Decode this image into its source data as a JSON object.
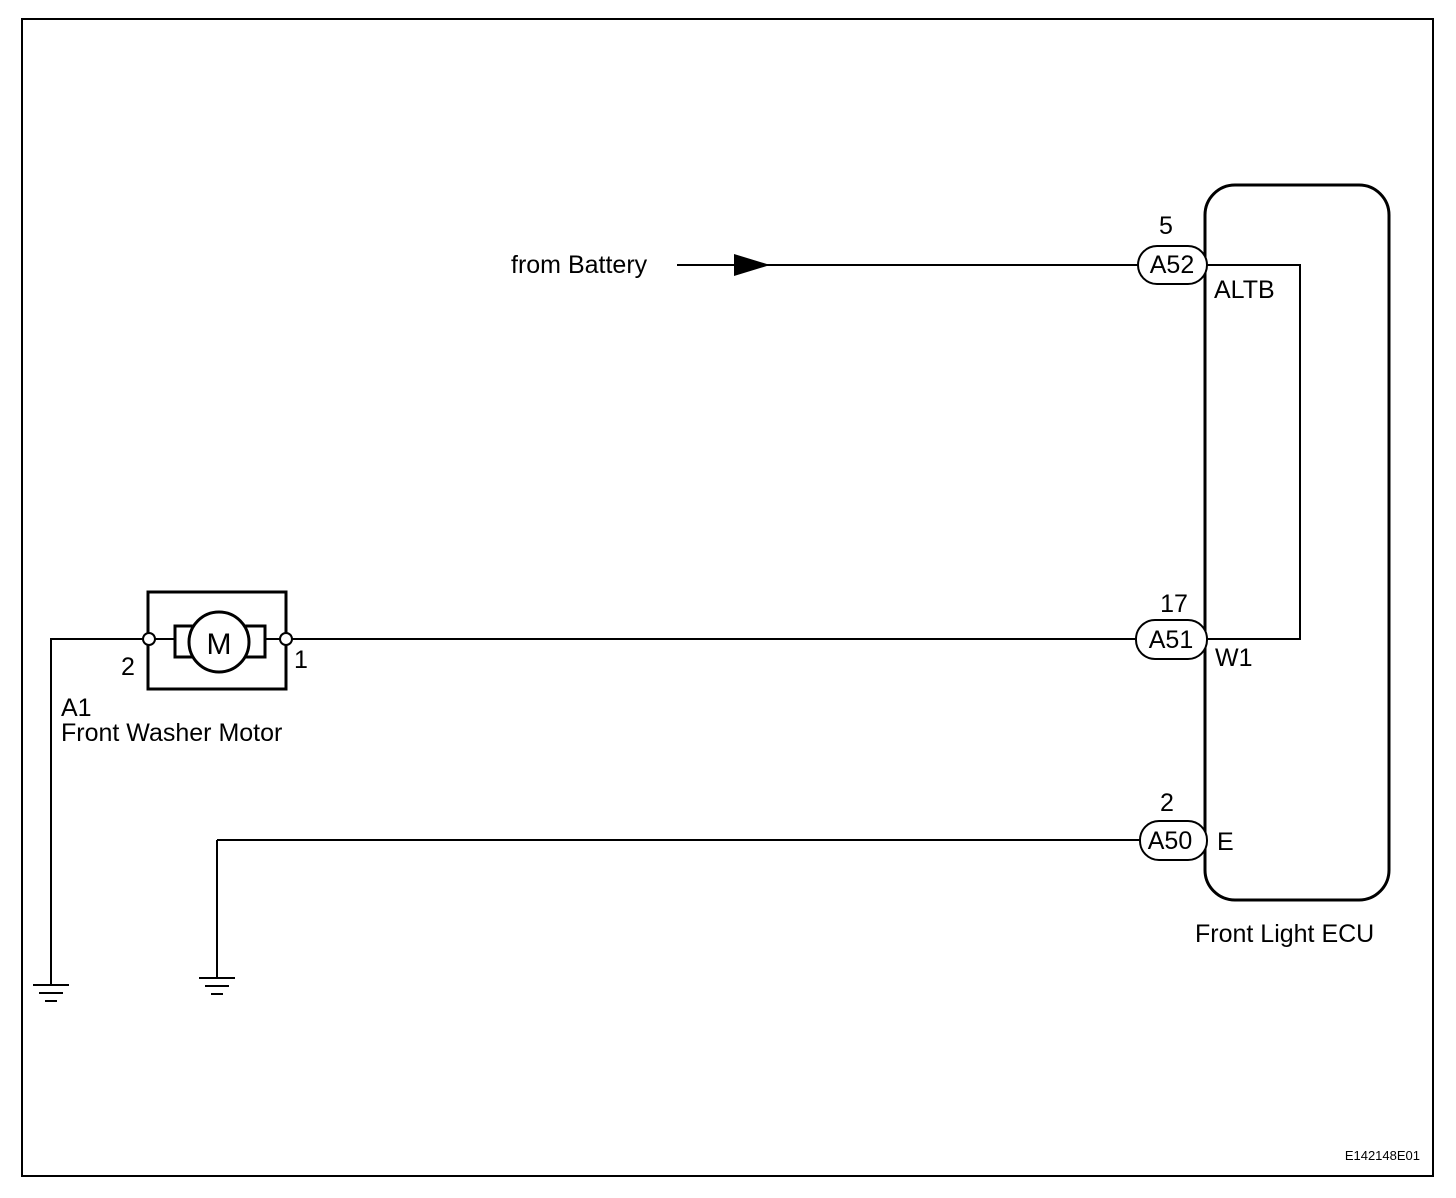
{
  "source": {
    "label": "from Battery"
  },
  "ecu": {
    "name": "Front Light ECU",
    "pins": [
      {
        "connector": "A52",
        "pin_number": "5",
        "terminal": "ALTB"
      },
      {
        "connector": "A51",
        "pin_number": "17",
        "terminal": "W1"
      },
      {
        "connector": "A50",
        "pin_number": "2",
        "terminal": "E"
      }
    ]
  },
  "motor": {
    "code": "A1",
    "name": "Front Washer Motor",
    "symbol": "M",
    "pin_left": "2",
    "pin_right": "1"
  },
  "figure_id": "E142148E01",
  "icons": [
    "ground-symbol-icon",
    "arrow-icon",
    "motor-icon"
  ]
}
